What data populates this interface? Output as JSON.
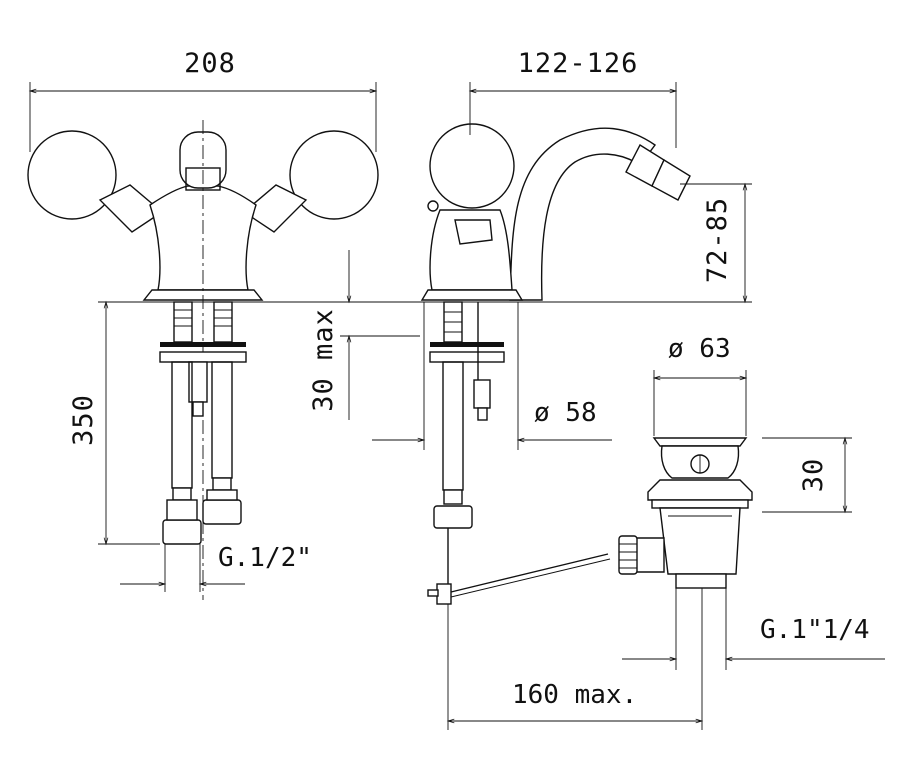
{
  "drawing": {
    "dimensions": {
      "overall_width": "208",
      "spout_reach": "122-126",
      "spout_height": "72-85",
      "deck_thickness_max": "30 max",
      "hose_length": "350",
      "hose_thread": "G.1/2\"",
      "hole_diameter": "ø 58",
      "waste_diameter": "ø 63",
      "waste_height": "30",
      "waste_thread": "G.1\"1/4",
      "pull_rod_length": "160 max."
    }
  }
}
